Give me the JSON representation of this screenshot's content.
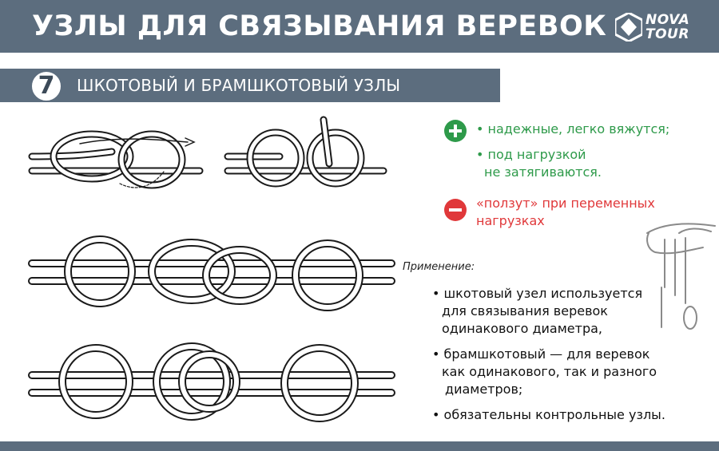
{
  "header": {
    "title": "УЗЛЫ ДЛЯ СВЯЗЫВАНИЯ ВЕРЕВОК",
    "logo_line1": "NOVA",
    "logo_line2": "TOUR"
  },
  "section": {
    "number": "7",
    "title": "ШКОТОВЫЙ И БРАМШКОТОВЫЙ УЗЛЫ"
  },
  "pros": {
    "icon": "plus-icon",
    "color": "#2e9a4a",
    "items": [
      "• надежные, легко вяжутся;",
      "• под нагрузкой",
      "не затягиваются."
    ]
  },
  "cons": {
    "icon": "minus-icon",
    "color": "#e0383a",
    "items": [
      "«ползут» при переменных",
      "нагрузках"
    ]
  },
  "application": {
    "heading": "Применение:",
    "lines": [
      "• шкотовый узел используется",
      "для связывания веревок",
      "одинакового диаметра,",
      "• брамшкотовый — для веревок",
      "как одинакового, так и разного",
      "диаметров;",
      "• обязательны контрольные узлы."
    ]
  },
  "colors": {
    "band": "#5c6d7e",
    "rope": "#1a1a1a"
  }
}
